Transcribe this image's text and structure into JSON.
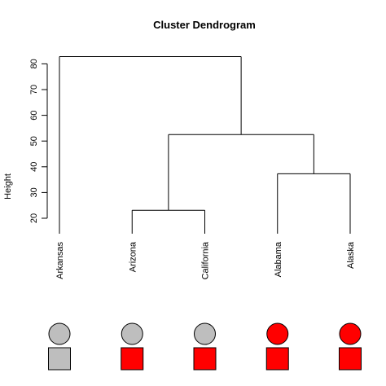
{
  "chart_data": {
    "type": "dendrogram",
    "title": "Cluster Dendrogram",
    "ylabel": "Height",
    "yticks": [
      20,
      30,
      40,
      50,
      60,
      70,
      80
    ],
    "leaves": [
      "Arkansas",
      "Arizona",
      "California",
      "Alabama",
      "Alaska"
    ],
    "leaf_heights": [
      14,
      14,
      14,
      14,
      14
    ],
    "merges": [
      {
        "left": "Arizona",
        "right": "California",
        "height": 23.1
      },
      {
        "left": "Alabama",
        "right": "Alaska",
        "height": 37.3
      },
      {
        "left": "Arizona+California",
        "right": "Alabama+Alaska",
        "height": 52.5
      },
      {
        "left": "Arkansas",
        "right": "Arizona+California+Alabama+Alaska",
        "height": 82.8
      }
    ],
    "leaf_markers": [
      {
        "leaf": "Arkansas",
        "circle_color": "#bebebe",
        "square_color": "#bebebe"
      },
      {
        "leaf": "Arizona",
        "circle_color": "#bebebe",
        "square_color": "#ff0000"
      },
      {
        "leaf": "California",
        "circle_color": "#bebebe",
        "square_color": "#ff0000"
      },
      {
        "leaf": "Alabama",
        "circle_color": "#ff0000",
        "square_color": "#ff0000"
      },
      {
        "leaf": "Alaska",
        "circle_color": "#ff0000",
        "square_color": "#ff0000"
      }
    ]
  }
}
